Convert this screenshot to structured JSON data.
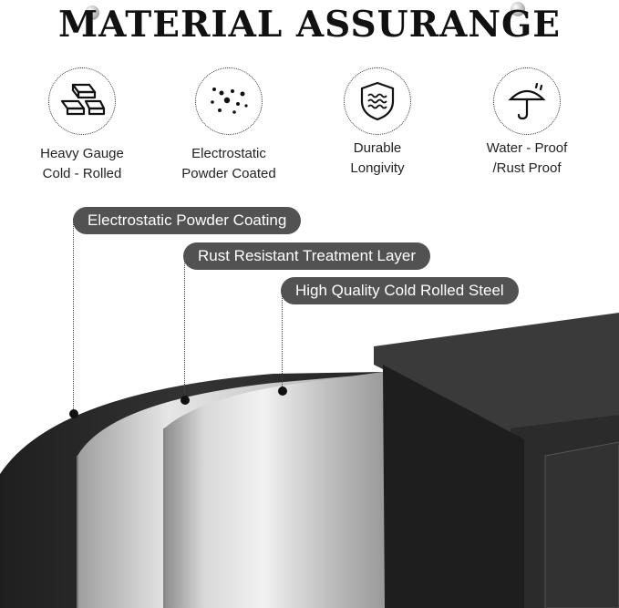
{
  "page": {
    "title": "MATERIAL ASSURANGE"
  },
  "features": [
    {
      "icon": "gold-bars-icon",
      "label": "Heavy Gauge\nCold - Rolled"
    },
    {
      "icon": "powder-dots-icon",
      "label": "Electrostatic\nPowder Coated"
    },
    {
      "icon": "shield-waves-icon",
      "label": "Durable\nLongivity"
    },
    {
      "icon": "umbrella-rain-icon",
      "label": "Water - Proof\n/Rust Proof"
    }
  ],
  "layers": [
    {
      "label": "Electrostatic Powder Coating"
    },
    {
      "label": "Rust Resistant Treatment Layer"
    },
    {
      "label": "High Quality Cold Rolled Steel"
    }
  ],
  "colors": {
    "pill": "#525252",
    "cabinet": "#2e2e2e",
    "steel": "#c9c9c9"
  }
}
